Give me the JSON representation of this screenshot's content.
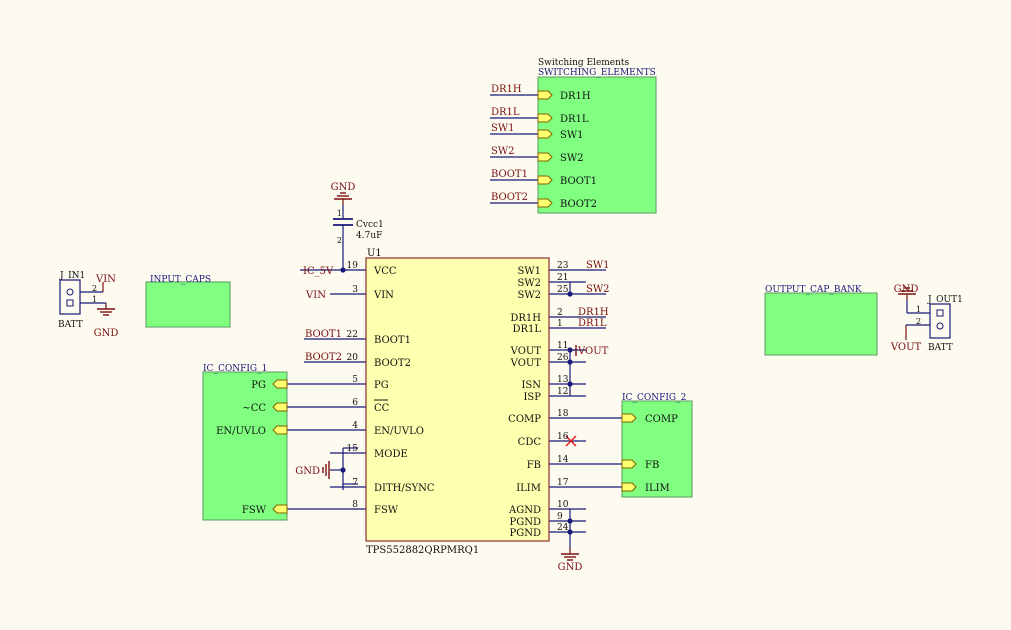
{
  "colors": {
    "background": "#fdfaf0",
    "sheet_fill": "#80ff80",
    "sheet_border": "#5a9a5a",
    "ic_fill": "#ffffb0",
    "ic_border": "#8b2f2f",
    "wire": "#1a1a7a",
    "net_label": "#7a1010",
    "pin_text": "#111111",
    "port_fill": "#ffff70",
    "port_border": "#806000",
    "junction": "#1a1a7a",
    "no_connect": "#e02020",
    "power": "#7a1010"
  },
  "switching_elements": {
    "title": "Switching Elements",
    "name": "SWITCHING_ELEMENTS",
    "ports": [
      "DR1H",
      "DR1L",
      "SW1",
      "SW2",
      "BOOT1",
      "BOOT2"
    ],
    "nets": [
      "DR1H",
      "DR1L",
      "SW1",
      "SW2",
      "BOOT1",
      "BOOT2"
    ]
  },
  "input_caps": {
    "name": "INPUT_CAPS"
  },
  "output_cap_bank": {
    "name": "OUTPUT_CAP_BANK"
  },
  "ic_config_1": {
    "name": "IC_CONFIG_1",
    "ports": [
      "PG",
      "~CC",
      "EN/UVLO",
      "FSW"
    ]
  },
  "ic_config_2": {
    "name": "IC_CONFIG_2",
    "ports": [
      "COMP",
      "FB",
      "ILIM"
    ]
  },
  "j_in": {
    "ref": "J_IN1",
    "value": "BATT",
    "pins": [
      "2",
      "1"
    ],
    "net_top": "VIN",
    "net_bottom": "GND"
  },
  "j_out": {
    "ref": "J_OUT1",
    "value": "BATT",
    "pins": [
      "1",
      "2"
    ],
    "net_top": "GND",
    "net_bottom": "VOUT"
  },
  "cvcc": {
    "ref": "Cvcc1",
    "value": "4.7uF",
    "pin_top": "1",
    "pin_bottom": "2",
    "net_top": "GND"
  },
  "u1": {
    "ref": "U1",
    "part": "TPS552882QRPMRQ1",
    "left_pins": [
      {
        "num": "19",
        "name": "VCC",
        "net": "IC_5V"
      },
      {
        "num": "3",
        "name": "VIN",
        "net": "VIN"
      },
      {
        "num": "22",
        "name": "BOOT1",
        "net": "BOOT1"
      },
      {
        "num": "20",
        "name": "BOOT2",
        "net": "BOOT2"
      },
      {
        "num": "5",
        "name": "PG",
        "net": ""
      },
      {
        "num": "6",
        "name": "CC",
        "net": ""
      },
      {
        "num": "4",
        "name": "EN/UVLO",
        "net": ""
      },
      {
        "num": "15",
        "name": "MODE",
        "net": ""
      },
      {
        "num": "7",
        "name": "DITH/SYNC",
        "net": ""
      },
      {
        "num": "8",
        "name": "FSW",
        "net": ""
      }
    ],
    "right_pins": [
      {
        "num": "23",
        "name": "SW1",
        "net": "SW1"
      },
      {
        "num": "21",
        "name": "SW2",
        "net": ""
      },
      {
        "num": "25",
        "name": "SW2",
        "net": "SW2"
      },
      {
        "num": "2",
        "name": "DR1H",
        "net": "DR1H"
      },
      {
        "num": "1",
        "name": "DR1L",
        "net": "DR1L"
      },
      {
        "num": "11",
        "name": "VOUT",
        "net": "VOUT"
      },
      {
        "num": "26",
        "name": "VOUT",
        "net": ""
      },
      {
        "num": "13",
        "name": "ISN",
        "net": ""
      },
      {
        "num": "12",
        "name": "ISP",
        "net": ""
      },
      {
        "num": "18",
        "name": "COMP",
        "net": ""
      },
      {
        "num": "16",
        "name": "CDC",
        "net": ""
      },
      {
        "num": "14",
        "name": "FB",
        "net": ""
      },
      {
        "num": "17",
        "name": "ILIM",
        "net": ""
      },
      {
        "num": "10",
        "name": "AGND",
        "net": ""
      },
      {
        "num": "9",
        "name": "PGND",
        "net": ""
      },
      {
        "num": "24",
        "name": "PGND",
        "net": ""
      }
    ]
  },
  "power_labels": {
    "gnd_cap": "GND",
    "gnd_mode": "GND",
    "gnd_bottom": "GND"
  }
}
